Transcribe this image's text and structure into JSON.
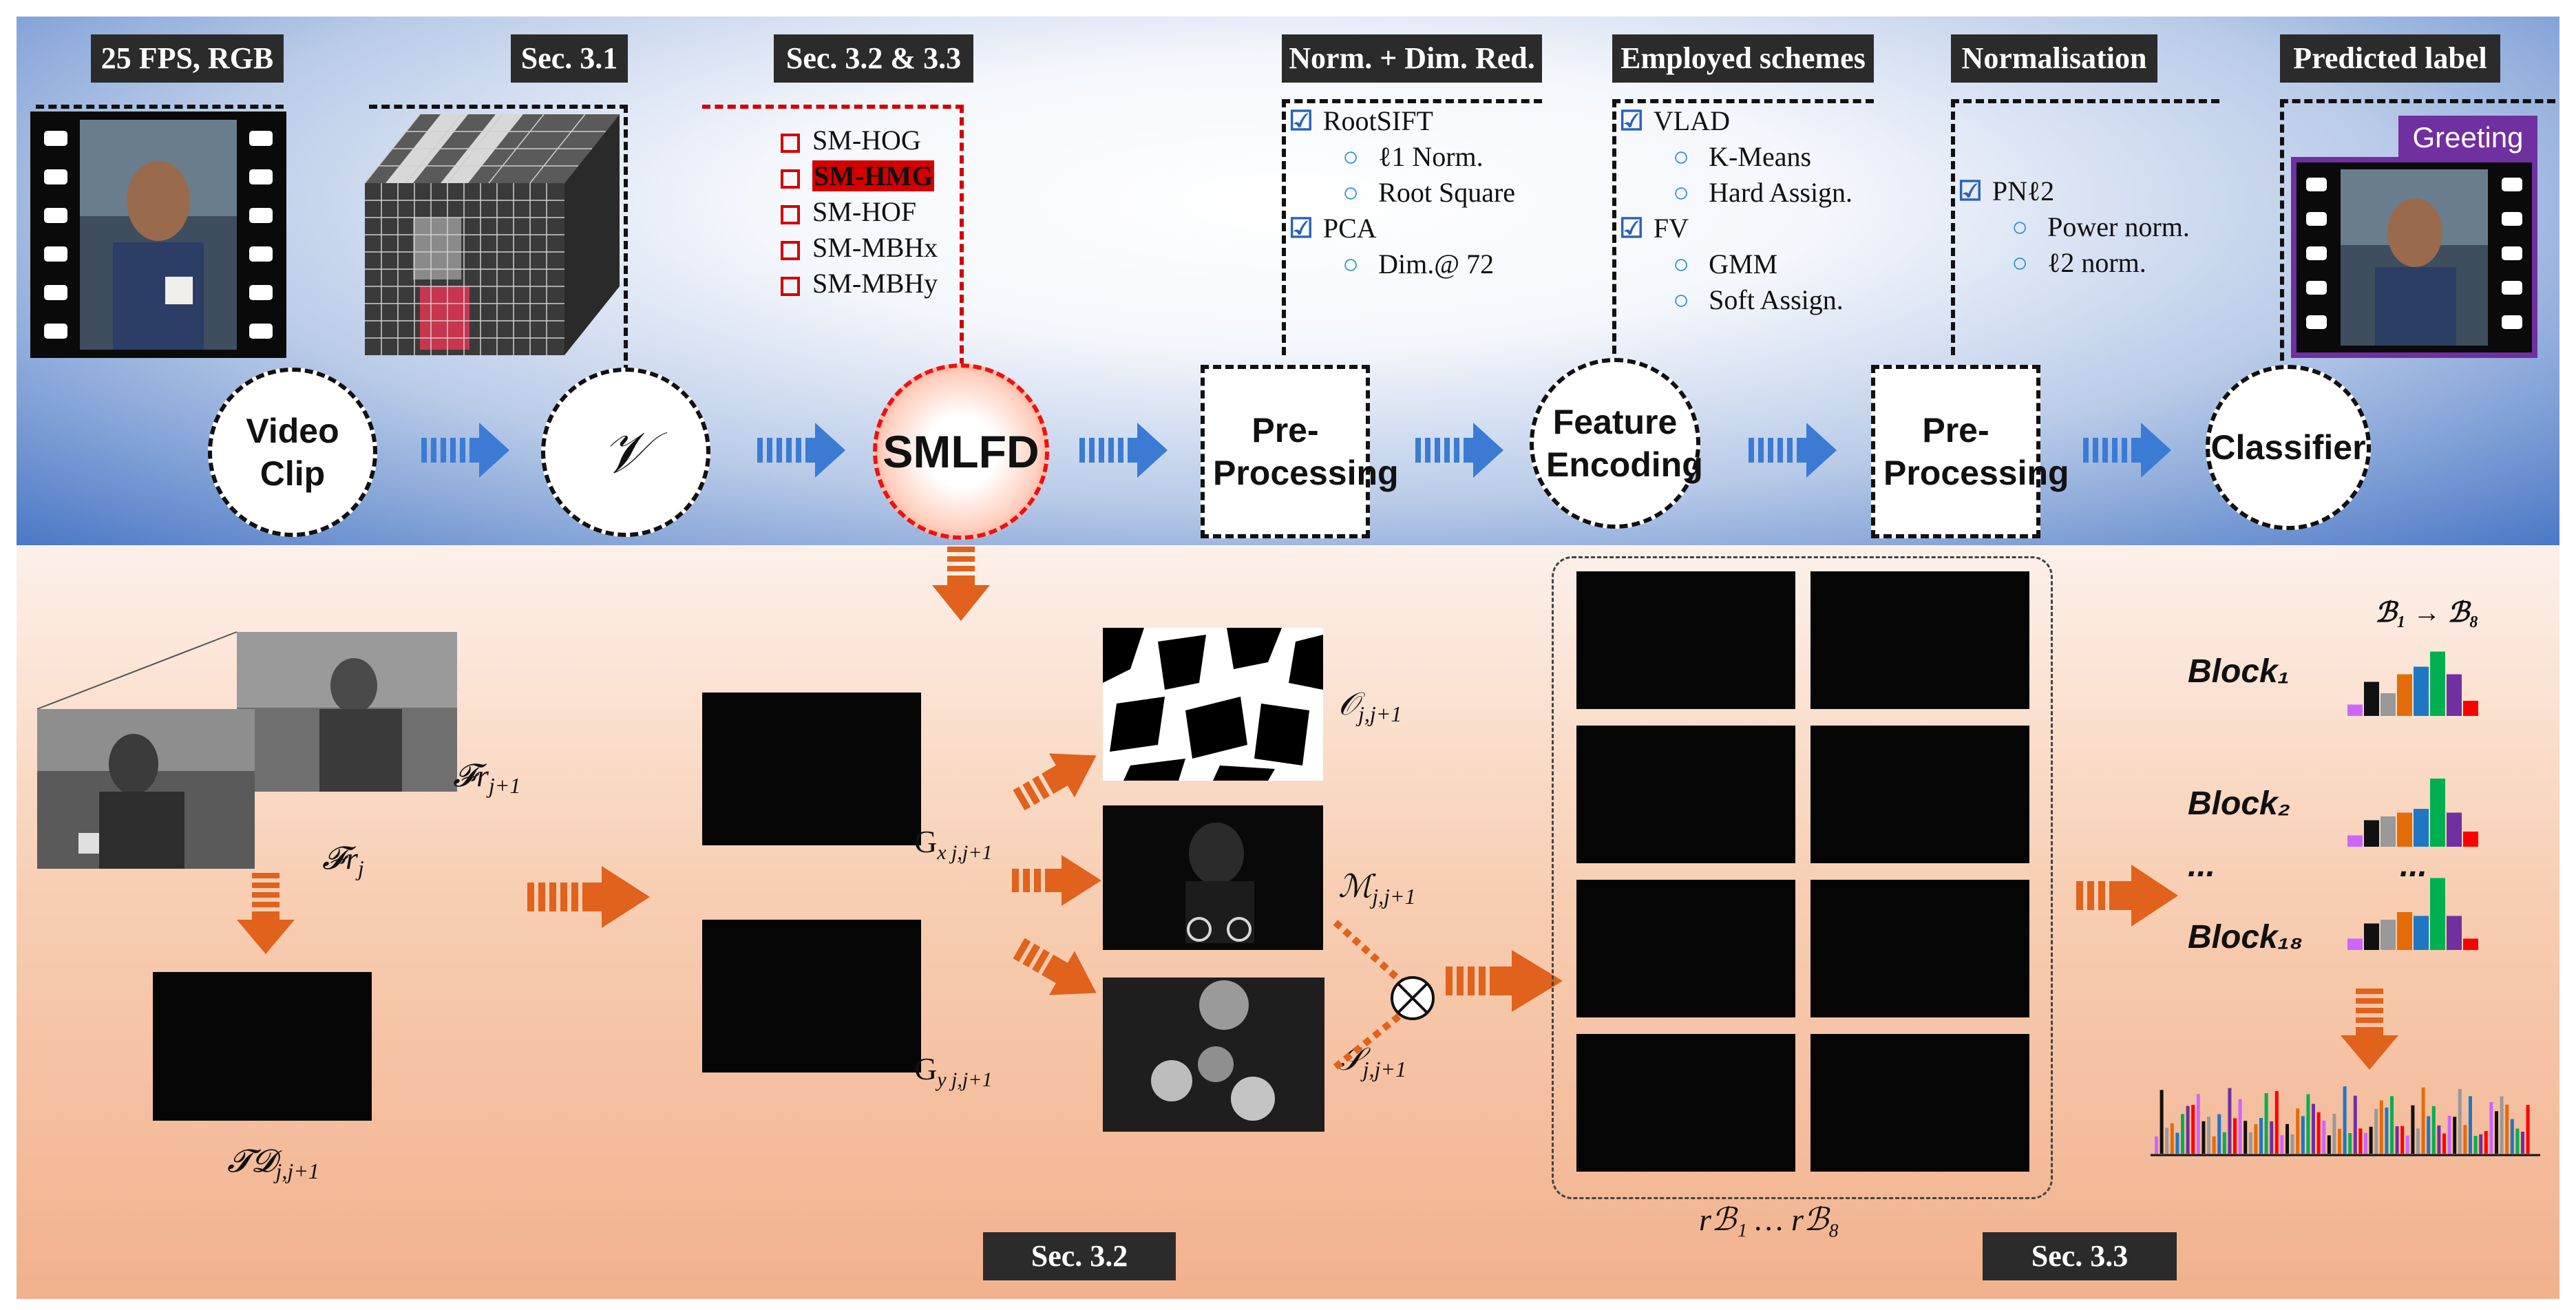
{
  "top_tags": {
    "fps": "25 FPS, RGB",
    "sec31": "Sec. 3.1",
    "sec3233": "Sec. 3.2 & 3.3",
    "norm_dim": "Norm. + Dim. Red.",
    "schemes": "Employed schemes",
    "normalisation": "Normalisation",
    "predicted": "Predicted label"
  },
  "pipeline": {
    "video_clip": "Video Clip",
    "v": "𝒱",
    "smlfd": "SMLFD",
    "preproc1": "Pre-Processing",
    "feature_enc": "Feature Encoding",
    "preproc2": "Pre-Processing",
    "classifier": "Classifier"
  },
  "sm_descriptors": [
    {
      "label": "SM-HOG",
      "highlight": false
    },
    {
      "label": "SM-HMG",
      "highlight": true
    },
    {
      "label": "SM-HOF",
      "highlight": false
    },
    {
      "label": "SM-MBHx",
      "highlight": false
    },
    {
      "label": "SM-MBHy",
      "highlight": false
    }
  ],
  "norm_list": {
    "rootsift": "RootSIFT",
    "l1": "ℓ1 Norm.",
    "root_square": "Root Square",
    "pca": "PCA",
    "dim": "Dim.@ 72"
  },
  "schemes_list": {
    "vlad": "VLAD",
    "kmeans": "K-Means",
    "hard": "Hard Assign.",
    "fv": "FV",
    "gmm": "GMM",
    "soft": "Soft Assign."
  },
  "pn_list": {
    "pnl2": "PNℓ2",
    "power": "Power norm.",
    "l2": "ℓ2 norm."
  },
  "predicted_label": "Greeting",
  "bottom_labels": {
    "fr_j1": "𝓕r",
    "fr_j1_sub": "j+1",
    "fr_j": "𝓕r",
    "fr_j_sub": "j",
    "td": "𝓣𝓓",
    "td_sub": "j,j+1",
    "gx": "G",
    "gx_sub": "x j,j+1",
    "gy": "G",
    "gy_sub": "y j,j+1",
    "o": "𝒪",
    "o_sub": "j,j+1",
    "m": "ℳ",
    "m_sub": "j,j+1",
    "s": "𝒮",
    "s_sub": "j,j+1",
    "rb": "rℬ₁ … rℬ₈",
    "b1b8": "ℬ₁ → ℬ₈",
    "block1": "Block₁",
    "block2": "Block₂",
    "dots1": "...",
    "dots2": "...",
    "block18": "Block₁₈"
  },
  "bottom_tags": {
    "sec32": "Sec. 3.2",
    "sec33": "Sec. 3.3"
  },
  "colors": {
    "accent_red": "#d40000",
    "accent_blue": "#2a63b7",
    "purple": "#7030a0",
    "histogram": [
      "#cc66ff",
      "#111111",
      "#999999",
      "#e36c09",
      "#1f77c4",
      "#00b050",
      "#7030a0",
      "#ff0000"
    ]
  },
  "histograms": [
    [
      0.15,
      0.45,
      0.3,
      0.55,
      0.65,
      0.85,
      0.55,
      0.2
    ],
    [
      0.15,
      0.35,
      0.4,
      0.45,
      0.5,
      0.9,
      0.45,
      0.2
    ],
    [
      0.15,
      0.35,
      0.4,
      0.5,
      0.45,
      0.95,
      0.45,
      0.15
    ]
  ]
}
